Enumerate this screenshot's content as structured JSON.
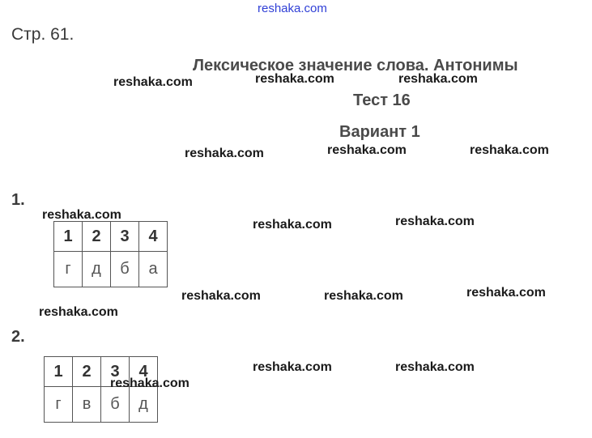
{
  "header": {
    "site_link": "reshaka.com",
    "page_number": "Стр. 61.",
    "title": "Лексическое значение слова. Антонимы",
    "test": "Тест 16",
    "variant": "Вариант 1"
  },
  "tasks": [
    {
      "number": "1.",
      "table": {
        "head": [
          "1",
          "2",
          "3",
          "4"
        ],
        "answers": [
          "г",
          "д",
          "б",
          "а"
        ]
      }
    },
    {
      "number": "2.",
      "table": {
        "head": [
          "1",
          "2",
          "3",
          "4"
        ],
        "answers": [
          "г",
          "в",
          "б",
          "д"
        ]
      }
    }
  ],
  "watermark": "reshaka.com"
}
